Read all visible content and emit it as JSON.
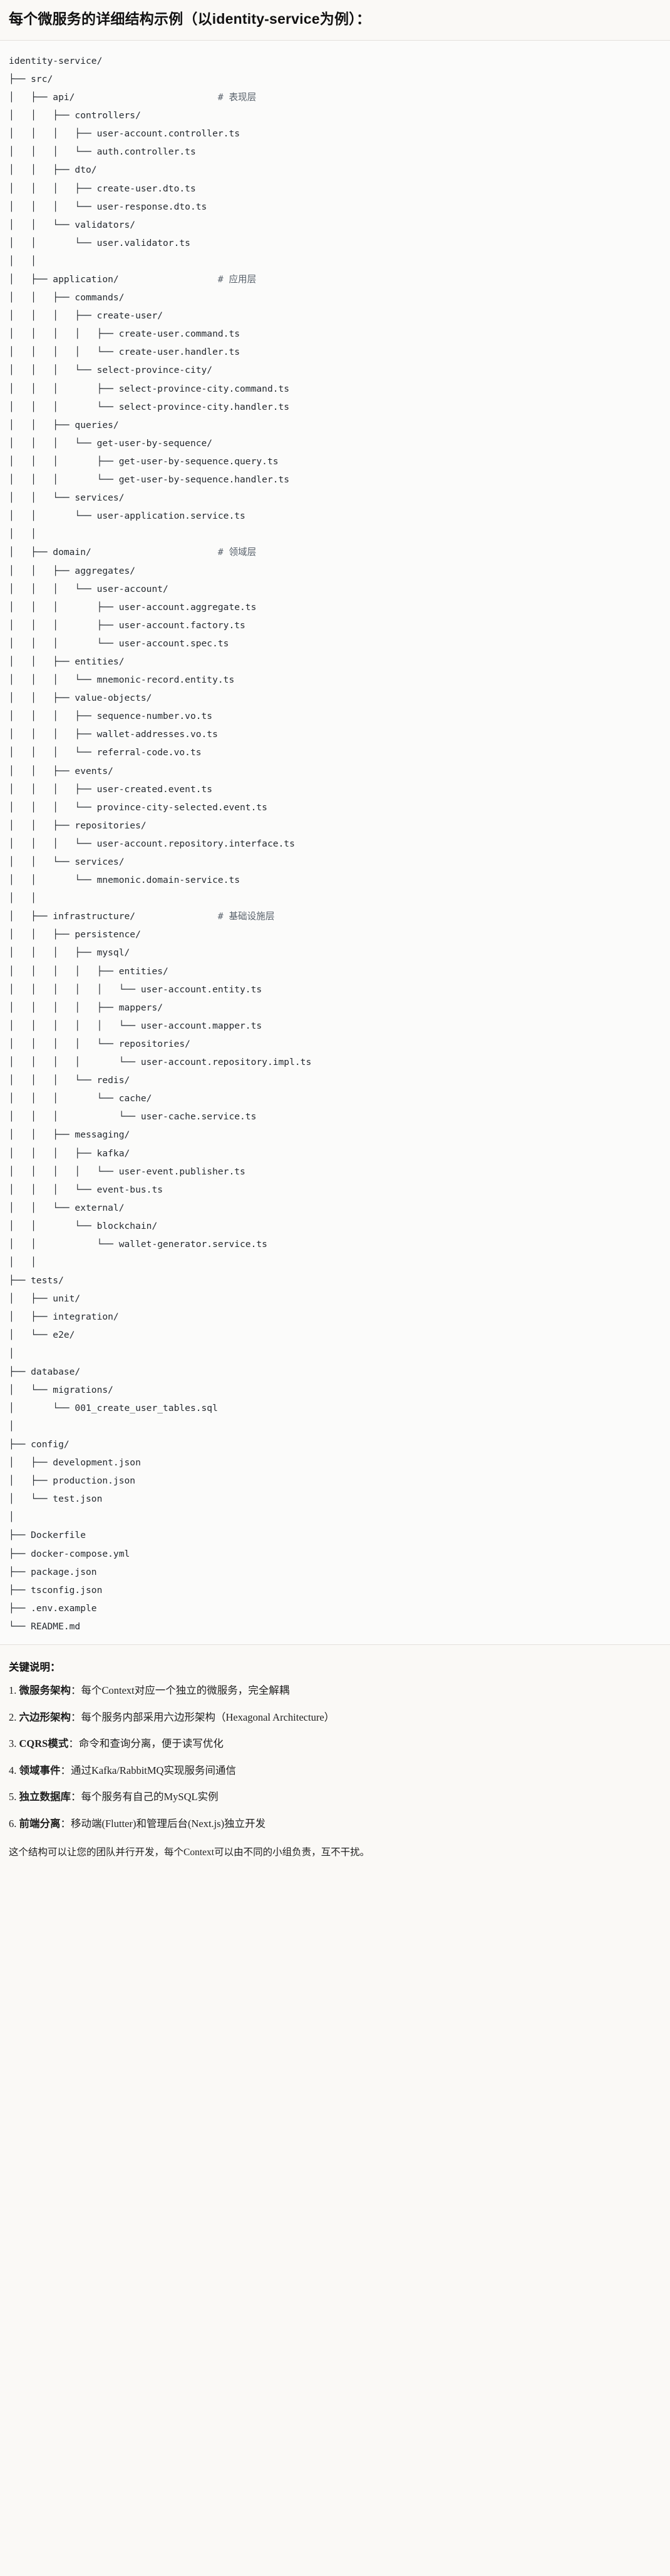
{
  "document": {
    "title": "每个微服务的详细结构示例（以identity-service为例）：",
    "tree_text": "identity-service/\n├── src/\n│   ├── api/                          <span class=\"cm\"># 表现层</span>\n│   │   ├── controllers/\n│   │   │   ├── user-account.controller.ts\n│   │   │   └── auth.controller.ts\n│   │   ├── dto/\n│   │   │   ├── create-user.dto.ts\n│   │   │   └── user-response.dto.ts\n│   │   └── validators/\n│   │       └── user.validator.ts\n│   │\n│   ├── application/                  <span class=\"cm\"># 应用层</span>\n│   │   ├── commands/\n│   │   │   ├── create-user/\n│   │   │   │   ├── create-user.command.ts\n│   │   │   │   └── create-user.handler.ts\n│   │   │   └── select-province-city/\n│   │   │       ├── select-province-city.command.ts\n│   │   │       └── select-province-city.handler.ts\n│   │   ├── queries/\n│   │   │   └── get-user-by-sequence/\n│   │   │       ├── get-user-by-sequence.query.ts\n│   │   │       └── get-user-by-sequence.handler.ts\n│   │   └── services/\n│   │       └── user-application.service.ts\n│   │\n│   ├── domain/                       <span class=\"cm\"># 领域层</span>\n│   │   ├── aggregates/\n│   │   │   └── user-account/\n│   │   │       ├── user-account.aggregate.ts\n│   │   │       ├── user-account.factory.ts\n│   │   │       └── user-account.spec.ts\n│   │   ├── entities/\n│   │   │   └── mnemonic-record.entity.ts\n│   │   ├── value-objects/\n│   │   │   ├── sequence-number.vo.ts\n│   │   │   ├── wallet-addresses.vo.ts\n│   │   │   └── referral-code.vo.ts\n│   │   ├── events/\n│   │   │   ├── user-created.event.ts\n│   │   │   └── province-city-selected.event.ts\n│   │   ├── repositories/\n│   │   │   └── user-account.repository.interface.ts\n│   │   └── services/\n│   │       └── mnemonic.domain-service.ts\n│   │\n│   ├── infrastructure/               <span class=\"cm\"># 基础设施层</span>\n│   │   ├── persistence/\n│   │   │   ├── mysql/\n│   │   │   │   ├── entities/\n│   │   │   │   │   └── user-account.entity.ts\n│   │   │   │   ├── mappers/\n│   │   │   │   │   └── user-account.mapper.ts\n│   │   │   │   └── repositories/\n│   │   │   │       └── user-account.repository.impl.ts\n│   │   │   └── redis/\n│   │   │       └── cache/\n│   │   │           └── user-cache.service.ts\n│   │   ├── messaging/\n│   │   │   ├── kafka/\n│   │   │   │   └── user-event.publisher.ts\n│   │   │   └── event-bus.ts\n│   │   └── external/\n│   │       └── blockchain/\n│   │           └── wallet-generator.service.ts\n│   │\n├── tests/\n│   ├── unit/\n│   ├── integration/\n│   └── e2e/\n│\n├── database/\n│   └── migrations/\n│       └── 001_create_user_tables.sql\n│\n├── config/\n│   ├── development.json\n│   ├── production.json\n│   └── test.json\n│\n├── Dockerfile\n├── docker-compose.yml\n├── package.json\n├── tsconfig.json\n├── .env.example\n└── README.md",
    "notes_title": "关键说明：",
    "notes": [
      {
        "num": "1.",
        "label": "微服务架构",
        "sep": "：",
        "text": "每个Context对应一个独立的微服务，完全解耦"
      },
      {
        "num": "2.",
        "label": "六边形架构",
        "sep": "：",
        "text": "每个服务内部采用六边形架构（Hexagonal Architecture）"
      },
      {
        "num": "3.",
        "label": "CQRS模式",
        "sep": "：",
        "text": "命令和查询分离，便于读写优化"
      },
      {
        "num": "4.",
        "label": "领域事件",
        "sep": "：",
        "text": "通过Kafka/RabbitMQ实现服务间通信"
      },
      {
        "num": "5.",
        "label": "独立数据库",
        "sep": "：",
        "text": "每个服务有自己的MySQL实例"
      },
      {
        "num": "6.",
        "label": "前端分离",
        "sep": "：",
        "text": "移动端(Flutter)和管理后台(Next.js)独立开发"
      }
    ],
    "closing": "这个结构可以让您的团队并行开发，每个Context可以由不同的小组负责，互不干扰。"
  }
}
